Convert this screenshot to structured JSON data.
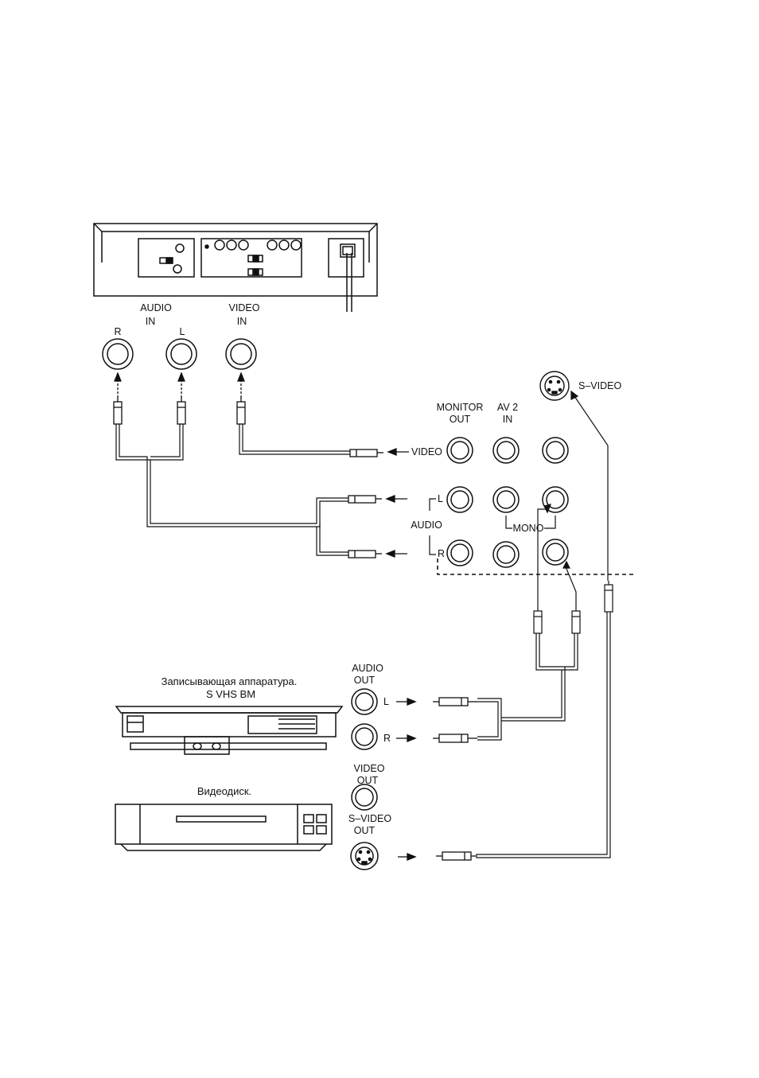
{
  "colors": {
    "ink": "#111111",
    "paper": "#ffffff"
  },
  "top_device": {
    "audio_in": {
      "title_line1": "AUDIO",
      "title_line2": "IN",
      "right": "R",
      "left": "L"
    },
    "video_in": {
      "title_line1": "VIDEO",
      "title_line2": "IN"
    }
  },
  "tv_panel": {
    "s_video": "S–VIDEO",
    "monitor_out": {
      "line1": "MONITOR",
      "line2": "OUT"
    },
    "av2_in": {
      "line1": "AV 2",
      "line2": "IN"
    },
    "video_arrow_label": "VIDEO",
    "audio": "AUDIO",
    "audio_l": "L",
    "audio_r": "R",
    "mono": "MONO"
  },
  "vcr": {
    "caption_line1": "Записывающая аппаратура.",
    "caption_line2": "S VHS BM",
    "audio_out": {
      "line1": "AUDIO",
      "line2": "OUT"
    },
    "l": "L",
    "r": "R"
  },
  "videodisc": {
    "caption": "Видеодиск.",
    "video_out": {
      "line1": "VIDEO",
      "line2": "OUT"
    },
    "s_video_out": {
      "line1": "S–VIDEO",
      "line2": "OUT"
    }
  }
}
